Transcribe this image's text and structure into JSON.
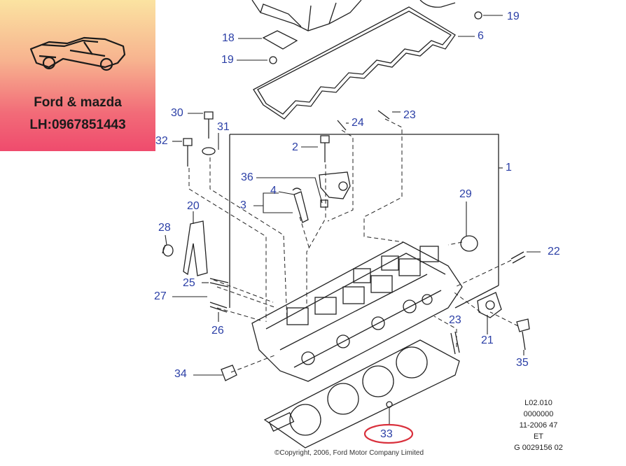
{
  "banner": {
    "line1": "Ford & mazda",
    "line2": "LH:0967851443"
  },
  "callouts": {
    "c1": "1",
    "c2": "2",
    "c3": "3",
    "c4": "4",
    "c6": "6",
    "c18": "18",
    "c19a": "19",
    "c19b": "19",
    "c20": "20",
    "c21": "21",
    "c22": "22",
    "c23a": "23",
    "c23b": "23",
    "c24": "24",
    "c25": "25",
    "c26": "26",
    "c27": "27",
    "c28": "28",
    "c29": "29",
    "c30": "30",
    "c31": "31",
    "c32": "32",
    "c33": "33",
    "c34": "34",
    "c35": "35",
    "c36": "36"
  },
  "drawing_info": {
    "line1": "L02.010",
    "line2": "0000000",
    "line3": "11-2006 47",
    "line4": "ET",
    "line5": "G 0029156 02"
  },
  "copyright": "©Copyright, 2006, Ford Motor Company Limited",
  "colors": {
    "callout": "#2b3fa6",
    "highlight": "#d9303c",
    "line": "#222222"
  }
}
